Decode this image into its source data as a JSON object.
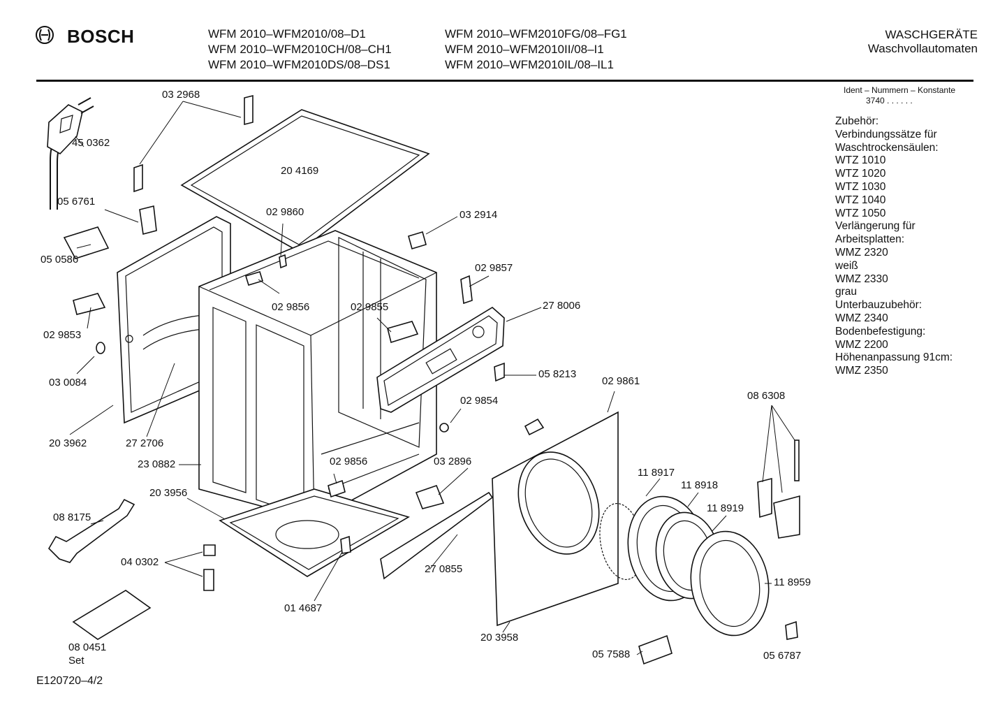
{
  "header": {
    "brand": "BOSCH",
    "models_col1": [
      "WFM 2010–WFM2010/08–D1",
      "WFM 2010–WFM2010CH/08–CH1",
      "WFM 2010–WFM2010DS/08–DS1"
    ],
    "models_col2": [
      "WFM 2010–WFM2010FG/08–FG1",
      "WFM 2010–WFM2010II/08–I1",
      "WFM 2010–WFM2010IL/08–IL1"
    ],
    "category": "WASCHGERÄTE",
    "subcategory": "Waschvollautomaten"
  },
  "ident": {
    "label": "Ident – Nummern – Konstante",
    "value": "3740 . .  .  .  .  ."
  },
  "accessories": [
    "Zubehör:",
    "Verbindungssätze für",
    "Waschtrockensäulen:",
    "WTZ 1010",
    "WTZ 1020",
    "WTZ 1030",
    "WTZ 1040",
    "WTZ 1050",
    "Verlängerung für",
    "Arbeitsplatten:",
    "WMZ 2320",
    "weiß",
    "WMZ 2330",
    "grau",
    "Unterbauzubehör:",
    "WMZ 2340",
    "Bodenbefestigung:",
    "WMZ 2200",
    "Höhenanpassung  91cm:",
    "WMZ 2350"
  ],
  "parts": {
    "p032968": "03 2968",
    "p450362": "45 0362",
    "p204169": "20 4169",
    "p056761": "05 6761",
    "p029860": "02 9860",
    "p032914": "03 2914",
    "p050586": "05 0586",
    "p029857": "02 9857",
    "p029856a": "02 9856",
    "p029855": "02 9855",
    "p278006": "27 8006",
    "p029853": "02 9853",
    "p030084": "03 0084",
    "p058213": "05 8213",
    "p029861": "02 9861",
    "p029854": "02 9854",
    "p086308": "08 6308",
    "p203962": "20 3962",
    "p272706": "27 2706",
    "p230882": "23 0882",
    "p029856b": "02 9856",
    "p032896": "03 2896",
    "p118917": "11 8917",
    "p118918": "11 8918",
    "p203956": "20 3956",
    "p118919": "11 8919",
    "p088175": "08 8175",
    "p040302": "04 0302",
    "p270855": "27 0855",
    "p118959": "11 8959",
    "p014687": "01 4687",
    "p080451": "08  0451",
    "p080451_set": "Set",
    "p203958": "20 3958",
    "p057588": "05 7588",
    "p056787": "05 6787"
  },
  "footer": {
    "drawing_id": "E120720–4/2"
  }
}
